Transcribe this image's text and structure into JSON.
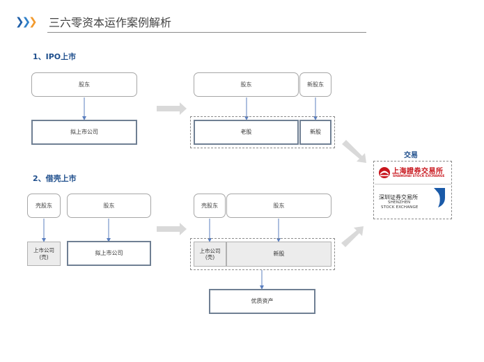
{
  "header": {
    "title": "三六零资本运作案例解析"
  },
  "section1": {
    "title": "1、IPO上市",
    "left": {
      "shareholder": "股东",
      "company": "拟上市公司"
    },
    "right": {
      "shareholder": "股东",
      "new_shareholder": "新股东",
      "old_shares": "老股",
      "new_shares": "新股"
    }
  },
  "section2": {
    "title": "2、借壳上市",
    "left": {
      "shell_shareholder": "壳股东",
      "shareholder": "股东",
      "shell_company": "上市公司\n(壳)",
      "company": "拟上市公司"
    },
    "right": {
      "shell_shareholder": "壳股东",
      "shareholder": "股东",
      "shell_company": "上市公司\n(壳)",
      "new_shares": "新股",
      "quality_assets": "优质资产"
    }
  },
  "exchange": {
    "title": "交易",
    "sse_name_cn": "上海證券交易所",
    "sse_name_en": "SHANGHAI STOCK EXCHANGE",
    "szse_name_cn": "深圳证券交易所",
    "szse_name_en_1": "SHENZHEN",
    "szse_name_en_2": "STOCK EXCHANGE"
  },
  "colors": {
    "accent_blue": "#1e4e8c",
    "arrow_blue": "#5b7fbf",
    "sse_red": "#c8161d",
    "szse_blue": "#1a5aa8"
  }
}
